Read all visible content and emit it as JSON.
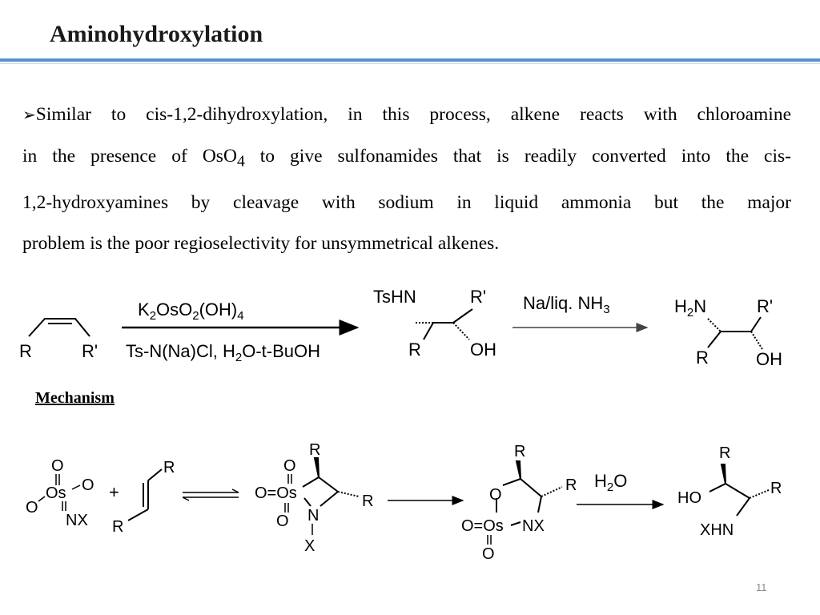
{
  "header": {
    "title": "Aminohydroxylation"
  },
  "body": {
    "bullet": "➢",
    "line1": "Similar to cis-1,2-dihydroxylation, in this process, alkene reacts with chloroamine",
    "line2_a": "in the presence of OsO",
    "line2_sub": "4",
    "line2_b": " to give sulfonamides that is readily converted into the cis-",
    "line3": "1,2-hydroxyamines by cleavage with sodium in liquid ammonia but the major",
    "line4": "problem is the poor regioselectivity for unsymmetrical alkenes."
  },
  "reaction": {
    "alkene_r": "R",
    "alkene_r2": "R'",
    "reagent_top_a": "K",
    "reagent_top_s1": "2",
    "reagent_top_b": "OsO",
    "reagent_top_s2": "2",
    "reagent_top_c": "(OH)",
    "reagent_top_s3": "4",
    "reagent_bottom_a": "Ts-N(Na)Cl, H",
    "reagent_bottom_s": "2",
    "reagent_bottom_b": "O-t-BuOH",
    "prod1_tshn": "TsHN",
    "prod1_r2": "R'",
    "prod1_r": "R",
    "prod1_oh": "OH",
    "step2_a": "Na/liq. NH",
    "step2_s": "3",
    "prod2_h": "H",
    "prod2_s": "2",
    "prod2_n": "N",
    "prod2_r2": "R'",
    "prod2_r": "R",
    "prod2_oh": "OH"
  },
  "mechanism": {
    "label": "Mechanism",
    "os1_o_top": "O",
    "os1_os": "Os",
    "os1_o_right": "O",
    "os1_o_left": "O",
    "os1_nx": "NX",
    "plus": "+",
    "alk_r_top": "R",
    "alk_r_bottom": "R",
    "int1_r_top": "R",
    "int1_o_top": "O",
    "int1_os": "O=Os",
    "int1_o_bottom": "O",
    "int1_n": "N",
    "int1_x": "X",
    "int1_r_right": "R",
    "int2_r_top": "R",
    "int2_o": "O",
    "int2_r_right": "R",
    "int2_os": "O=Os",
    "int2_nx": "NX",
    "int2_o_bottom": "O",
    "h2o_h": "H",
    "h2o_s": "2",
    "h2o_o": "O",
    "prod_r_top": "R",
    "prod_ho": "HO",
    "prod_r_right": "R",
    "prod_xhn": "XHN"
  },
  "footer": {
    "page_number": "11"
  }
}
